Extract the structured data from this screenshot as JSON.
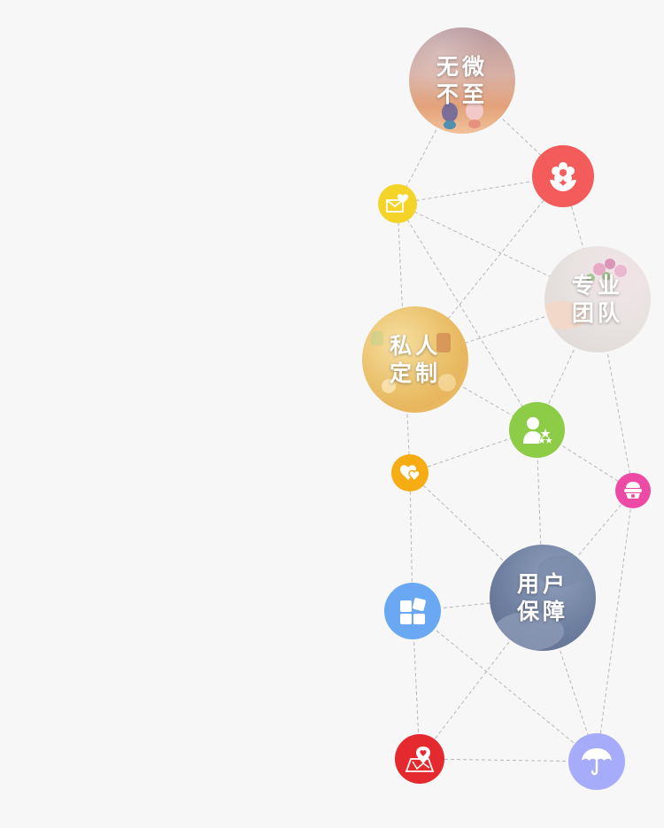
{
  "colors": {
    "background": "#f7f7f7",
    "link": "#b7b7b7",
    "flower": "#f45b5b",
    "mail": "#f5d42a",
    "person": "#8dcc47",
    "heart": "#f6ac13",
    "cake": "#ec4aa4",
    "blocks": "#6aa8f4",
    "map": "#e52a2f",
    "umbrella": "#a6abfa"
  },
  "nodes": {
    "wuwei": {
      "label": "无微\n不至"
    },
    "zhuanye": {
      "label": "专业\n团队"
    },
    "dingzhi": {
      "label": "私人\n定制"
    },
    "baozhang": {
      "label": "用户\n保障"
    }
  },
  "icons": {
    "flower": "flower-icon",
    "mail": "mail-heart-icon",
    "person": "person-stars-icon",
    "heart": "hearts-icon",
    "cake": "cake-icon",
    "blocks": "blocks-icon",
    "map": "map-heart-icon",
    "umbrella": "umbrella-icon"
  }
}
